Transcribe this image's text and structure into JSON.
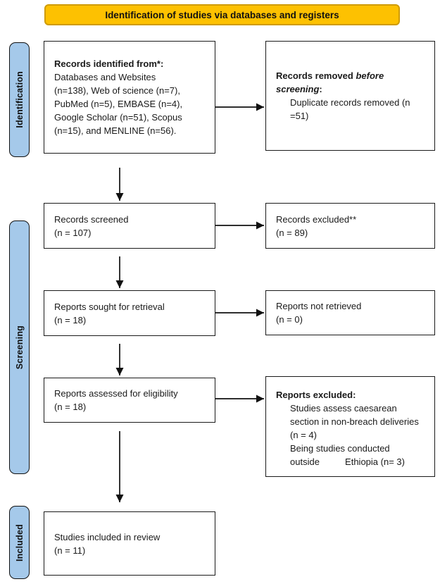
{
  "title_banner": {
    "text": "Identification of studies via databases and registers"
  },
  "colors": {
    "banner_bg": "#FDC101",
    "banner_border": "#CF9B00",
    "stage_bg": "#A5C9EA",
    "box_border": "#1A1A1A"
  },
  "stages": [
    {
      "label": "Identification"
    },
    {
      "label": "Screening"
    },
    {
      "label": "Included"
    }
  ],
  "boxes": {
    "identified": {
      "heading": "Records identified from*:",
      "body": "Databases and Websites\n(n=138), Web of science (n=7),\nPubMed (n=5), EMBASE (n=4),\nGoogle Scholar (n=51), Scopus\n(n=15), and MENLINE (n=56)."
    },
    "removed_before_screening": {
      "heading_prefix": "Records removed ",
      "heading_italic": "before screening",
      "heading_suffix": ":",
      "detail": "Duplicate records removed (n\n=51)"
    },
    "records_screened": {
      "text": "Records screened\n(n = 107)"
    },
    "records_excluded": {
      "text": "Records excluded**\n(n = 89)"
    },
    "reports_sought": {
      "text": "Reports sought for retrieval\n(n = 18)"
    },
    "reports_not_retrieved": {
      "text": "Reports not retrieved\n(n = 0)"
    },
    "reports_assessed": {
      "text": "Reports assessed for eligibility\n(n = 18)"
    },
    "reports_excluded": {
      "heading": "Reports excluded:",
      "detail": "Studies assess caesarean\nsection in non-breach deliveries\n(n = 4)\nBeing studies conducted\noutside          Ethiopia (n= 3)"
    },
    "studies_included": {
      "text": "Studies included in review\n(n = 11)"
    }
  }
}
